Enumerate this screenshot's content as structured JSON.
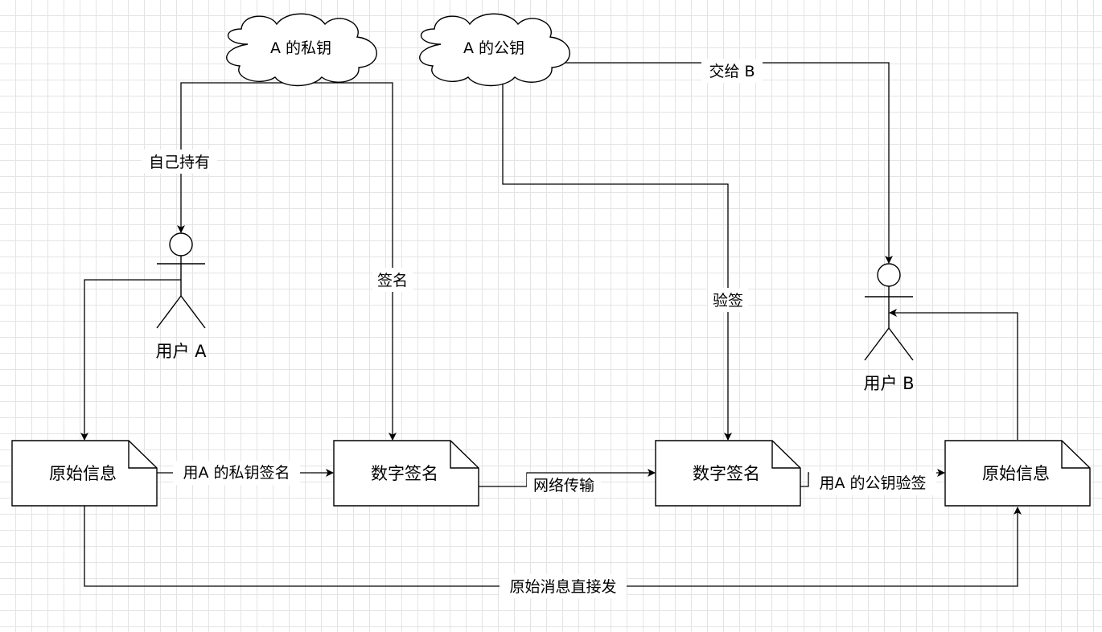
{
  "nodes": {
    "private_key": {
      "label": "A 的私钥",
      "shape": "cloud-icon"
    },
    "public_key": {
      "label": "A 的公钥",
      "shape": "cloud-icon"
    },
    "user_a": {
      "label": "用户 A",
      "shape": "actor-icon"
    },
    "user_b": {
      "label": "用户 B",
      "shape": "actor-icon"
    },
    "original_message_a": {
      "label": "原始信息",
      "shape": "document-icon"
    },
    "digital_signature_a": {
      "label": "数字签名",
      "shape": "document-icon"
    },
    "digital_signature_b": {
      "label": "数字签名",
      "shape": "document-icon"
    },
    "original_message_b": {
      "label": "原始信息",
      "shape": "document-icon"
    }
  },
  "edges": {
    "self_hold": {
      "label": "自己持有"
    },
    "sign": {
      "label": "签名"
    },
    "give_to_b": {
      "label": "交给 B"
    },
    "verify": {
      "label": "验签"
    },
    "sign_with_private_key": {
      "label": "用A 的私钥签名"
    },
    "network_transfer": {
      "label": "网络传输"
    },
    "verify_with_public_key": {
      "label": "用A 的公钥验签"
    },
    "send_original_directly": {
      "label": "原始消息直接发"
    }
  },
  "colors": {
    "stroke": "#000000",
    "fill": "#ffffff",
    "grid": "#e4e4e4"
  }
}
